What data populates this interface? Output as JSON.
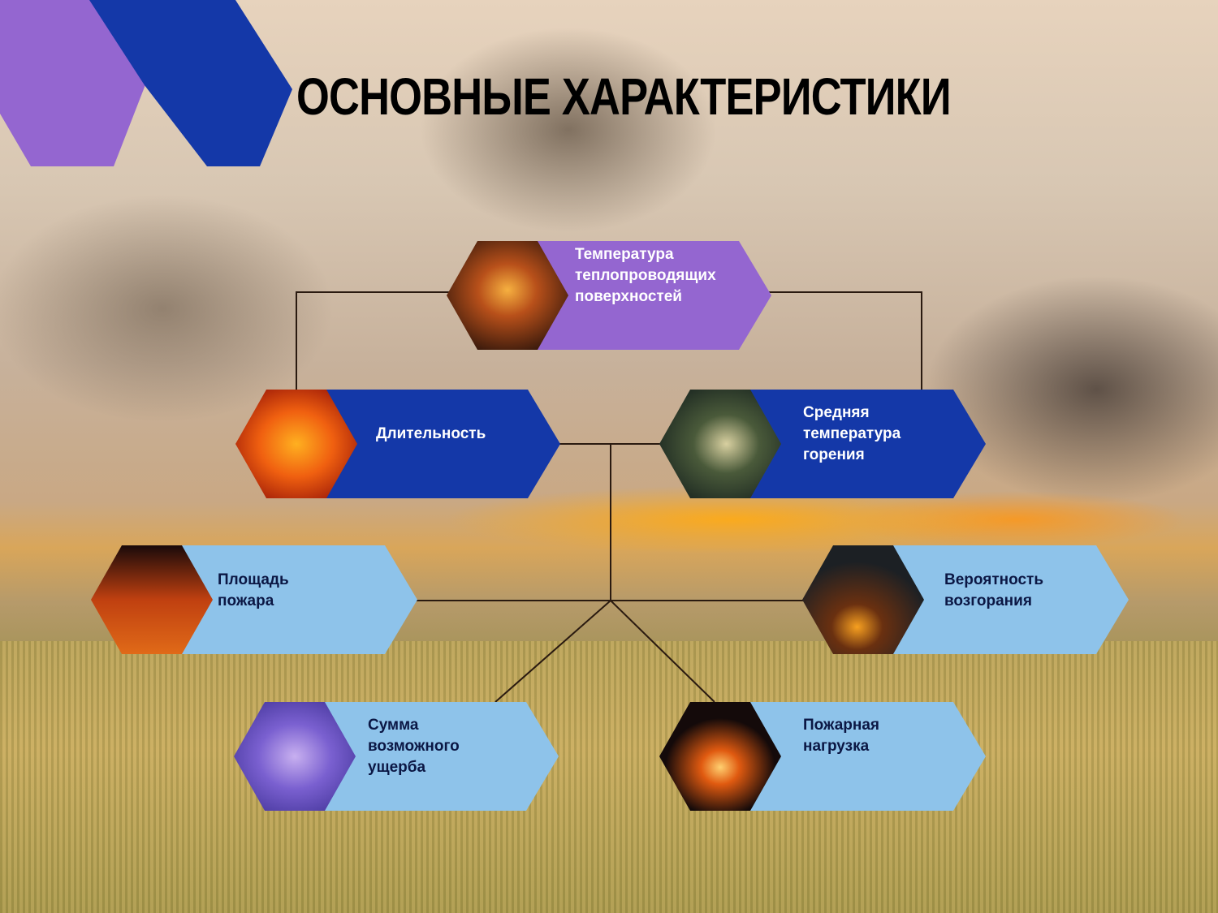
{
  "slide": {
    "title": "ОСНОВНЫЕ ХАРАКТЕРИСТИКИ",
    "colors": {
      "purple": "#9466d0",
      "blue": "#1438a8",
      "light_blue": "#8ec3ea",
      "line": "#2a1a10"
    }
  },
  "nodes": {
    "top": {
      "label": "Температура теплопроводящих поверхностей",
      "image": "burning-building-icon"
    },
    "mid_left": {
      "label": "Длительность",
      "image": "flames-icon"
    },
    "mid_right": {
      "label": "Средняя температура горения",
      "image": "forest-fire-icon"
    },
    "row3_left": {
      "label": "Площадь пожара",
      "image": "embers-icon"
    },
    "row3_right": {
      "label": "Вероятность возгорания",
      "image": "campfire-icon"
    },
    "bottom_left": {
      "label": "Сумма возможного ущерба",
      "image": "purple-smoke-icon"
    },
    "bottom_right": {
      "label": "Пожарная нагрузка",
      "image": "bonfire-icon"
    }
  }
}
